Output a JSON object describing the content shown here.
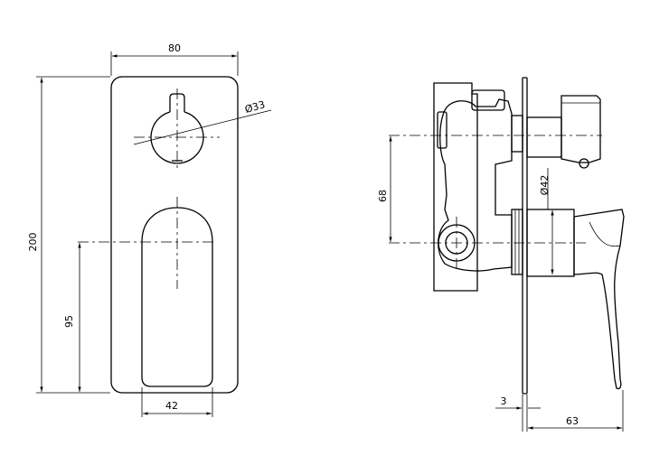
{
  "front_view": {
    "width_label": "80",
    "height_label": "200",
    "knob_diameter_label": "Ø33",
    "handle_height_label": "95",
    "handle_width_label": "42"
  },
  "side_view": {
    "center_distance_label": "68",
    "spout_diameter_label": "Ø42",
    "plate_thickness_label": "3",
    "depth_label": "63"
  }
}
